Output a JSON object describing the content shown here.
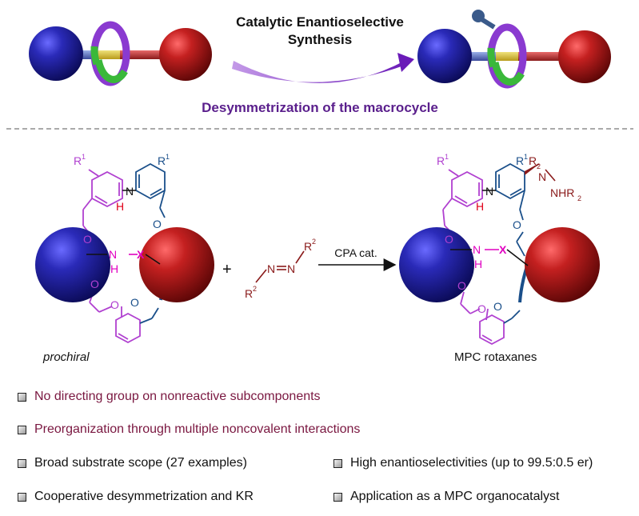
{
  "header": {
    "title_line1": "Catalytic Enantioselective",
    "title_line2": "Synthesis",
    "subtitle": "Desymmetrization of the macrocycle"
  },
  "scheme": {
    "left_label": "prochiral",
    "right_label": "MPC rotaxanes",
    "reagent_label": "CPA cat.",
    "plus_sign": "+",
    "atoms": {
      "r1": "R",
      "sup1": "1",
      "nh_n": "N",
      "nh_h": "H",
      "x": "X",
      "o": "O",
      "r2": "R",
      "sup2": "2",
      "sub2": "2",
      "n": "N",
      "nhr2": "NHR"
    }
  },
  "bullets": [
    {
      "text": "No directing group on nonreactive subcomponents",
      "color": "#7a1740"
    },
    {
      "text": "Preorganization through multiple noncovalent interactions",
      "color": "#7a1740"
    },
    {
      "text": "Broad substrate scope (27 examples)",
      "color": "#111111"
    },
    {
      "text": "High enantioselectivities (up to 99.5:0.5 er)",
      "color": "#111111"
    },
    {
      "text": "Cooperative desymmetrization and KR",
      "color": "#111111"
    },
    {
      "text": "Application as a MPC organocatalyst",
      "color": "#111111"
    }
  ],
  "colors": {
    "purple_text": "#5a1f8c",
    "macrocycle_purple": "#b040d0",
    "macrocycle_blue": "#1a4f8a",
    "nh_red": "#e0001a",
    "x_magenta": "#e000c0",
    "reagent_red": "#8a1a1a",
    "sphere_blue": "#1a1a8c",
    "sphere_red": "#aa1818"
  }
}
